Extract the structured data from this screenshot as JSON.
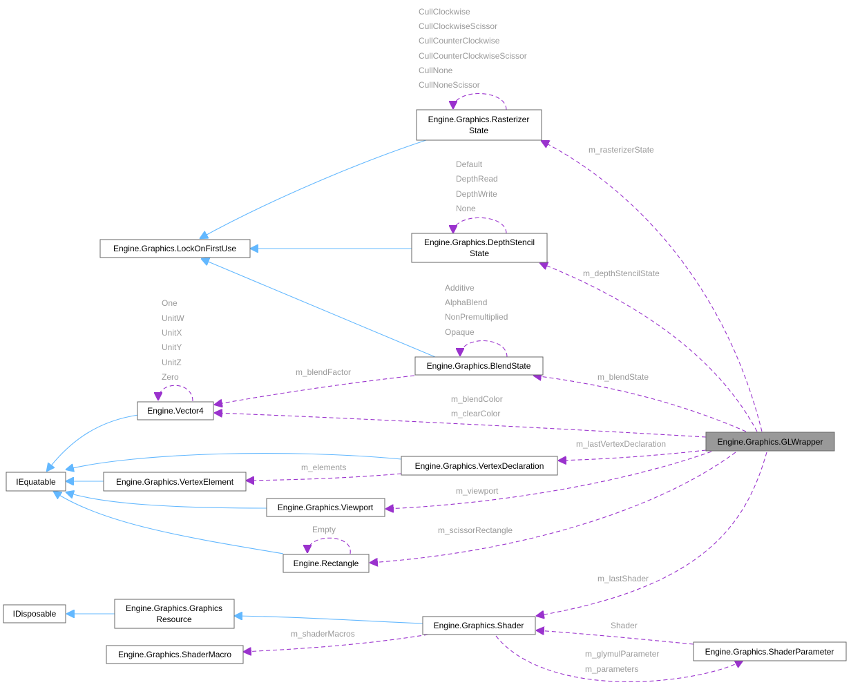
{
  "nodes": {
    "rasterizer": {
      "lines": [
        "Engine.Graphics.Rasterizer",
        "State"
      ]
    },
    "lockOnFirstUse": {
      "lines": [
        "Engine.Graphics.LockOnFirstUse"
      ]
    },
    "depthStencil": {
      "lines": [
        "Engine.Graphics.DepthStencil",
        "State"
      ]
    },
    "blendState": {
      "lines": [
        "Engine.Graphics.BlendState"
      ]
    },
    "vector4": {
      "lines": [
        "Engine.Vector4"
      ]
    },
    "glWrapper": {
      "lines": [
        "Engine.Graphics.GLWrapper"
      ]
    },
    "iequatable": {
      "lines": [
        "IEquatable"
      ]
    },
    "vertexElement": {
      "lines": [
        "Engine.Graphics.VertexElement"
      ]
    },
    "vertexDeclaration": {
      "lines": [
        "Engine.Graphics.VertexDeclaration"
      ]
    },
    "viewport": {
      "lines": [
        "Engine.Graphics.Viewport"
      ]
    },
    "rectangle": {
      "lines": [
        "Engine.Rectangle"
      ]
    },
    "idisposable": {
      "lines": [
        "IDisposable"
      ]
    },
    "graphicsResource": {
      "lines": [
        "Engine.Graphics.Graphics",
        "Resource"
      ]
    },
    "shader": {
      "lines": [
        "Engine.Graphics.Shader"
      ]
    },
    "shaderMacro": {
      "lines": [
        "Engine.Graphics.ShaderMacro"
      ]
    },
    "shaderParameter": {
      "lines": [
        "Engine.Graphics.ShaderParameter"
      ]
    }
  },
  "labels": {
    "rasterizerStatics": [
      "CullClockwise",
      "CullClockwiseScissor",
      "CullCounterClockwise",
      "CullCounterClockwiseScissor",
      "CullNone",
      "CullNoneScissor"
    ],
    "depthStencilStatics": [
      "Default",
      "DepthRead",
      "DepthWrite",
      "None"
    ],
    "blendStatics": [
      "Additive",
      "AlphaBlend",
      "NonPremultiplied",
      "Opaque"
    ],
    "vector4Statics": [
      "One",
      "UnitW",
      "UnitX",
      "UnitY",
      "UnitZ",
      "Zero"
    ],
    "rectangleStatic": "Empty",
    "m_rasterizerState": "m_rasterizerState",
    "m_depthStencilState": "m_depthStencilState",
    "m_blendFactor": "m_blendFactor",
    "m_blendState": "m_blendState",
    "m_blendColor": "m_blendColor",
    "m_clearColor": "m_clearColor",
    "m_lastVertexDeclaration": "m_lastVertexDeclaration",
    "m_elements": "m_elements",
    "m_viewport": "m_viewport",
    "m_scissorRectangle": "m_scissorRectangle",
    "m_lastShader": "m_lastShader",
    "m_shaderMacros": "m_shaderMacros",
    "shaderRef": "Shader",
    "m_glymulParameter": "m_glymulParameter",
    "m_parameters": "m_parameters"
  },
  "colors": {
    "inheritance": "#63b8ff",
    "usage": "#9a32cd",
    "label": "#9a9a9a",
    "highlightNode": "#999999",
    "nodeBorder": "#666666"
  }
}
